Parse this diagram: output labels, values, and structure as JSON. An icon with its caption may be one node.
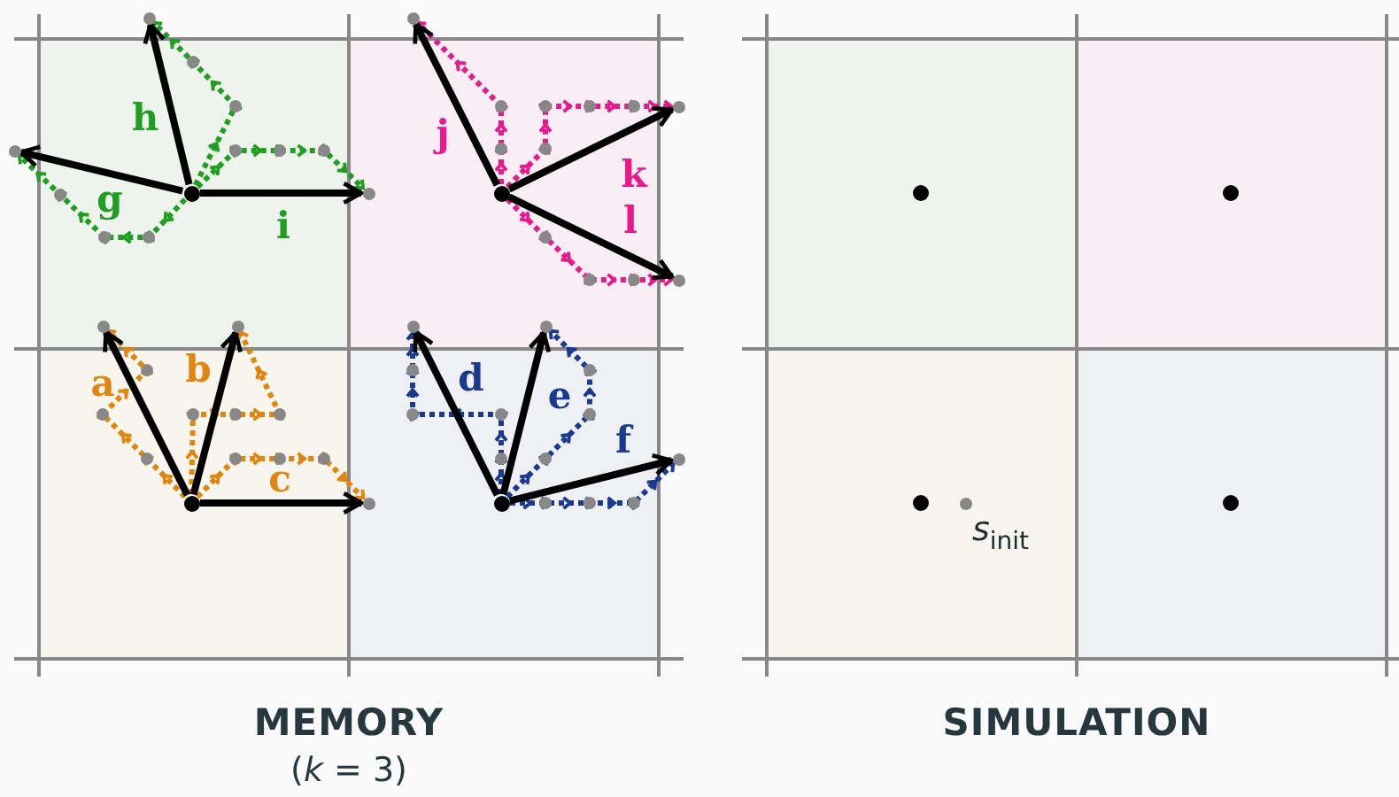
{
  "diagram": {
    "nodes": [
      {
        "text": [],
        "shape": "circle"
      },
      {
        "text": [],
        "shape": "circle"
      },
      {
        "text": [],
        "shape": "circle"
      },
      {
        "text": [],
        "shape": "circle"
      },
      {
        "text": [],
        "shape": "circle"
      },
      {
        "text": [],
        "shape": "circle"
      },
      {
        "text": [],
        "shape": "circle"
      },
      {
        "text": [],
        "shape": "circle"
      },
      {
        "text": [],
        "shape": "circle"
      },
      {
        "text": [],
        "shape": "circle"
      },
      {
        "text": [],
        "shape": "circle"
      },
      {
        "text": [],
        "shape": "circle"
      },
      {
        "text": [],
        "shape": "circle"
      },
      {
        "text": [],
        "shape": "circle"
      },
      {
        "text": [],
        "shape": "circle"
      },
      {
        "text": [],
        "shape": "circle"
      },
      {
        "text": [],
        "shape": "circle",
        "beside": [
          "*s*$_{init}$"
        ]
      }
    ],
    "edges": [
      {
        "from": 0,
        "to": 1,
        "arrow": "to",
        "label": "h"
      },
      {
        "from": 0,
        "to": 2,
        "arrow": "to"
      },
      {
        "from": 0,
        "to": 3,
        "arrow": "to",
        "label": "i"
      },
      {
        "from": 0,
        "to": 2,
        "arrow": "to",
        "label": "g",
        "style": "dashed",
        "color": "#1f9e1f"
      },
      {
        "from": 0,
        "to": 1,
        "arrow": "to",
        "style": "dashed",
        "color": "#1f9e1f"
      },
      {
        "from": 0,
        "to": 3,
        "arrow": "to",
        "style": "dashed",
        "color": "#1f9e1f"
      },
      {
        "from": 4,
        "to": 5,
        "arrow": "to",
        "label": "j"
      },
      {
        "from": 4,
        "to": 6,
        "arrow": "to",
        "label": "k"
      },
      {
        "from": 4,
        "to": 7,
        "arrow": "to"
      },
      {
        "from": 4,
        "to": 5,
        "arrow": "to",
        "style": "dashed",
        "color": "#e8198b"
      },
      {
        "from": 4,
        "to": 6,
        "arrow": "to",
        "style": "dashed",
        "color": "#e8198b"
      },
      {
        "from": 4,
        "to": 7,
        "arrow": "to",
        "label": "l",
        "style": "dashed",
        "color": "#e8198b"
      },
      {
        "from": 8,
        "to": 9,
        "arrow": "to"
      },
      {
        "from": 8,
        "to": 10,
        "arrow": "to"
      },
      {
        "from": 8,
        "to": 11,
        "arrow": "to"
      },
      {
        "from": 8,
        "to": 9,
        "arrow": "to",
        "label": "a",
        "style": "dashed",
        "color": "#e0860e"
      },
      {
        "from": 8,
        "to": 10,
        "arrow": "to",
        "label": "b",
        "style": "dashed",
        "color": "#e0860e"
      },
      {
        "from": 8,
        "to": 11,
        "arrow": "to",
        "label": "c",
        "style": "dashed",
        "color": "#e0860e"
      },
      {
        "from": 12,
        "to": 13,
        "arrow": "to"
      },
      {
        "from": 12,
        "to": 14,
        "arrow": "to"
      },
      {
        "from": 12,
        "to": 15,
        "arrow": "to"
      },
      {
        "from": 12,
        "to": 13,
        "arrow": "to",
        "label": "d",
        "style": "dashed",
        "color": "#1a3a8f"
      },
      {
        "from": 12,
        "to": 14,
        "arrow": "to",
        "label": "e",
        "style": "dashed",
        "color": "#1a3a8f"
      },
      {
        "from": 12,
        "to": 15,
        "arrow": "to",
        "label": "f",
        "style": "dashed",
        "color": "#1a3a8f"
      }
    ],
    "labels": [
      "MEMORY",
      "(*k* = 3)",
      "SIMULATION"
    ]
  }
}
